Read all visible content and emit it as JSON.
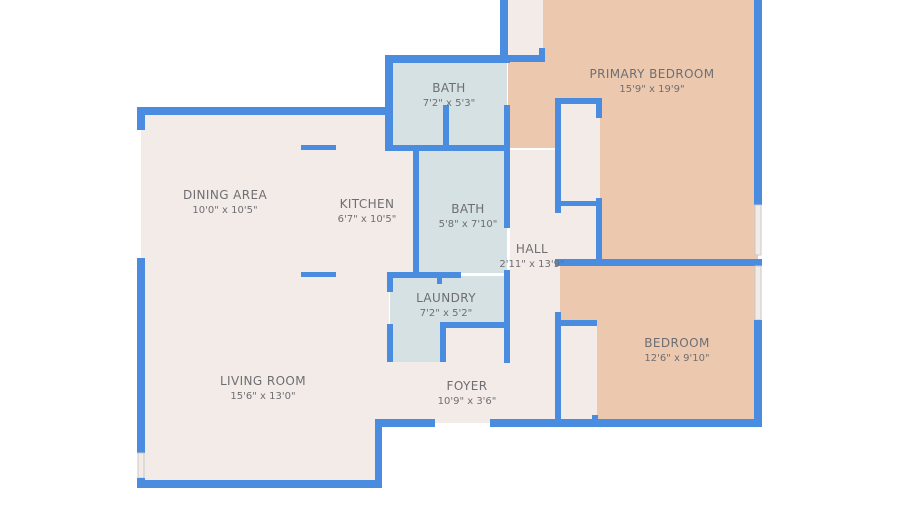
{
  "colors": {
    "wall": "#4a8ce0",
    "living": "#f3ebe7",
    "wet": "#d5e1e2",
    "bedroom": "#ecc9ae",
    "text": "#6e6e72"
  },
  "rooms": [
    {
      "name": "BATH",
      "dims": "7'2\" x 5'3\""
    },
    {
      "name": "PRIMARY BEDROOM",
      "dims": "15'9\" x 19'9\""
    },
    {
      "name": "DINING AREA",
      "dims": "10'0\" x 10'5\""
    },
    {
      "name": "KITCHEN",
      "dims": "6'7\" x 10'5\""
    },
    {
      "name": "BATH",
      "dims": "5'8\" x 7'10\""
    },
    {
      "name": "HALL",
      "dims": "2'11\" x 13'9\""
    },
    {
      "name": "LAUNDRY",
      "dims": "7'2\" x 5'2\""
    },
    {
      "name": "BEDROOM",
      "dims": "12'6\" x 9'10\""
    },
    {
      "name": "LIVING ROOM",
      "dims": "15'6\" x 13'0\""
    },
    {
      "name": "FOYER",
      "dims": "10'9\" x 3'6\""
    }
  ]
}
